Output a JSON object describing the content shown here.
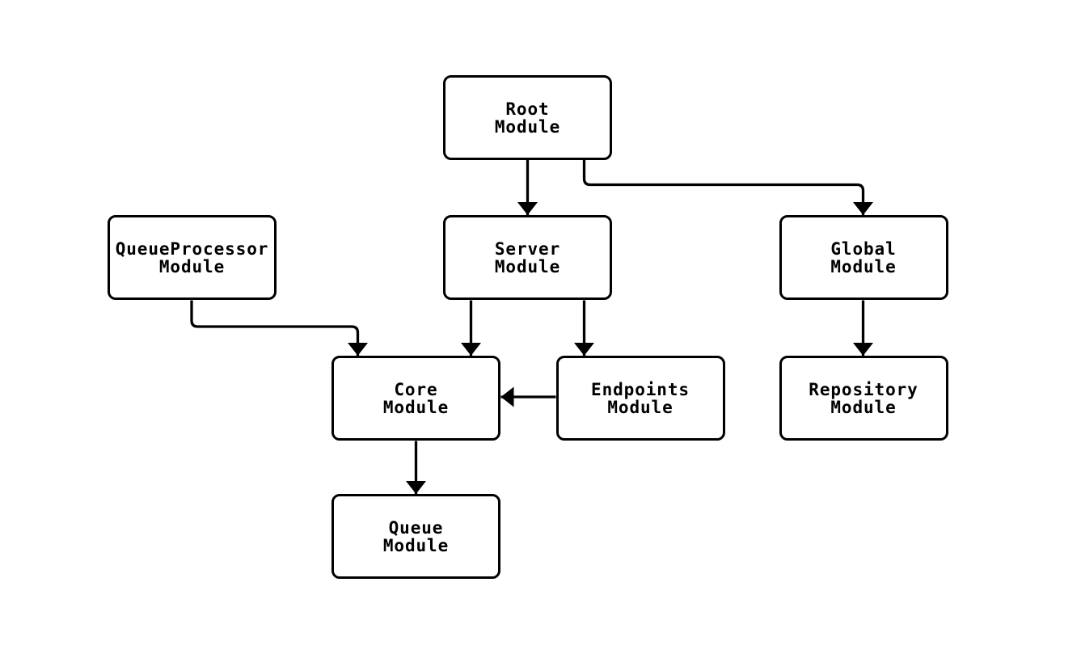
{
  "diagram": {
    "type": "module-dependency-flowchart",
    "background_color": "#ffffff",
    "node_fill_color": "#ffffff",
    "node_border_color": "#000000",
    "edge_color": "#000000",
    "text_color": "#000000",
    "nodes": {
      "root": {
        "line1": "Root",
        "line2": "Module"
      },
      "queueprocessor": {
        "line1": "QueueProcessor",
        "line2": "Module"
      },
      "server": {
        "line1": "Server",
        "line2": "Module"
      },
      "global": {
        "line1": "Global",
        "line2": "Module"
      },
      "core": {
        "line1": "Core",
        "line2": "Module"
      },
      "endpoints": {
        "line1": "Endpoints",
        "line2": "Module"
      },
      "repository": {
        "line1": "Repository",
        "line2": "Module"
      },
      "queue": {
        "line1": "Queue",
        "line2": "Module"
      }
    },
    "edges": [
      {
        "from": "Root Module",
        "to": "Server Module"
      },
      {
        "from": "Root Module",
        "to": "Global Module"
      },
      {
        "from": "QueueProcessor Module",
        "to": "Core Module"
      },
      {
        "from": "Server Module",
        "to": "Core Module"
      },
      {
        "from": "Server Module",
        "to": "Endpoints Module"
      },
      {
        "from": "Endpoints Module",
        "to": "Core Module"
      },
      {
        "from": "Global Module",
        "to": "Repository Module"
      },
      {
        "from": "Core Module",
        "to": "Queue Module"
      }
    ]
  }
}
